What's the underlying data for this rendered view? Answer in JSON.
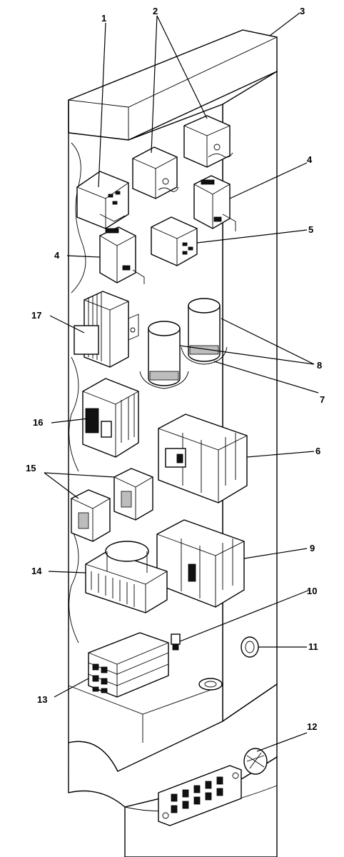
{
  "callouts": {
    "c1": "1",
    "c2": "2",
    "c3": "3",
    "c4a": "4",
    "c4b": "4",
    "c5": "5",
    "c6": "6",
    "c7": "7",
    "c8": "8",
    "c9": "9",
    "c10": "10",
    "c11": "11",
    "c12": "12",
    "c13": "13",
    "c14": "14",
    "c15": "15",
    "c16": "16",
    "c17": "17"
  }
}
